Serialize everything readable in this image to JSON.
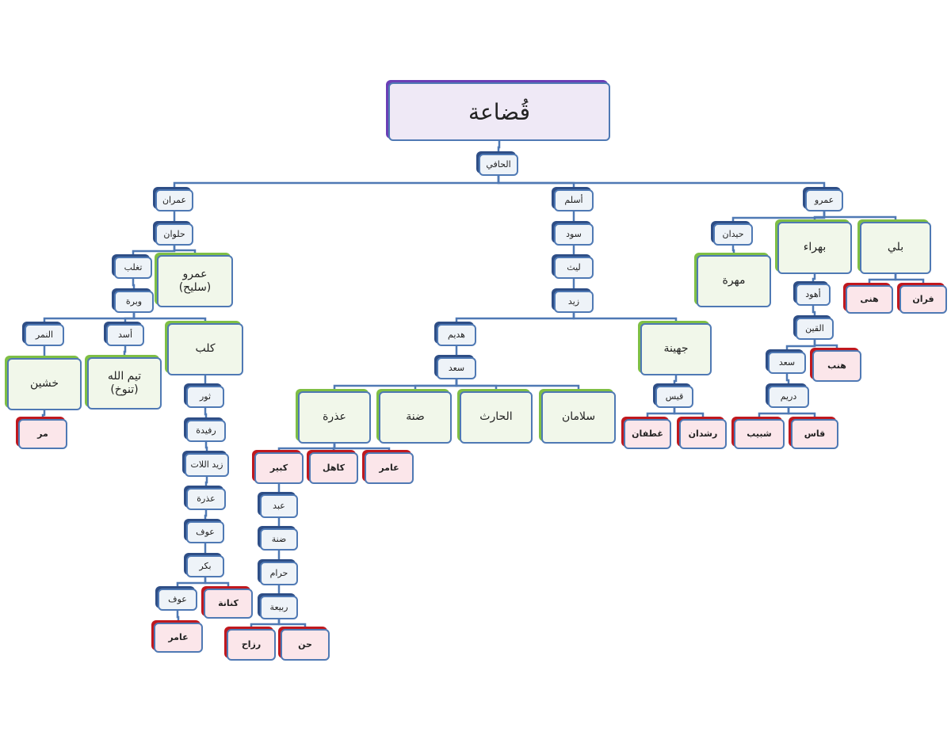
{
  "colors": {
    "line": "#4f79b4",
    "border": "#4f79b4",
    "standard_fill": "#eef3f8",
    "standard_shadow": "#2e4e86",
    "green_fill": "#f1f7ea",
    "green_shadow": "#7fbf45",
    "pink_fill": "#fbe6ea",
    "pink_shadow": "#c0181e",
    "root_fill": "#efe9f6",
    "root_shadow": "#6a3fb6"
  },
  "nodes": [
    {
      "id": "root",
      "label": "قُضاعة",
      "style": "root"
    },
    {
      "id": "ilhaf",
      "label": "الحافي",
      "style": "s"
    },
    {
      "id": "imran",
      "label": "عمران",
      "style": "s"
    },
    {
      "id": "aslam",
      "label": "أسلم",
      "style": "s"
    },
    {
      "id": "amr1",
      "label": "عمرو",
      "style": "s"
    },
    {
      "id": "hulwan",
      "label": "حلوان",
      "style": "s"
    },
    {
      "id": "sud",
      "label": "سود",
      "style": "s"
    },
    {
      "id": "layth",
      "label": "ليث",
      "style": "s"
    },
    {
      "id": "zayd",
      "label": "زيد",
      "style": "s"
    },
    {
      "id": "haydan",
      "label": "حيدان",
      "style": "s"
    },
    {
      "id": "bahra",
      "label": "بهراء",
      "style": "g"
    },
    {
      "id": "bali",
      "label": "بلي",
      "style": "g"
    },
    {
      "id": "mahra",
      "label": "مهرة",
      "style": "g"
    },
    {
      "id": "hana",
      "label": "هنى",
      "style": "p"
    },
    {
      "id": "faran",
      "label": "فران",
      "style": "p"
    },
    {
      "id": "ahwad",
      "label": "أهود",
      "style": "s"
    },
    {
      "id": "alqayn",
      "label": "القين",
      "style": "s"
    },
    {
      "id": "saad2",
      "label": "سعد",
      "style": "s"
    },
    {
      "id": "hunb",
      "label": "هنب",
      "style": "p"
    },
    {
      "id": "duraym",
      "label": "دريم",
      "style": "s"
    },
    {
      "id": "shubayb",
      "label": "شبيب",
      "style": "p"
    },
    {
      "id": "qas",
      "label": "قاس",
      "style": "p"
    },
    {
      "id": "taghlib",
      "label": "تغلب",
      "style": "s"
    },
    {
      "id": "amr_salih",
      "label": "عمرو\n(سليح)",
      "style": "g"
    },
    {
      "id": "wabra",
      "label": "وبرة",
      "style": "s"
    },
    {
      "id": "alnamir",
      "label": "النمر",
      "style": "s"
    },
    {
      "id": "asad",
      "label": "أسد",
      "style": "s"
    },
    {
      "id": "kalb",
      "label": "كلب",
      "style": "g"
    },
    {
      "id": "khushayn",
      "label": "خشين",
      "style": "g"
    },
    {
      "id": "taymallah",
      "label": "تيم الله\n(تنوخ)",
      "style": "g"
    },
    {
      "id": "murr",
      "label": "مر",
      "style": "p"
    },
    {
      "id": "thawr",
      "label": "ثور",
      "style": "s"
    },
    {
      "id": "rufayda",
      "label": "رفيدة",
      "style": "s"
    },
    {
      "id": "zaydlat",
      "label": "زيد اللات",
      "style": "s"
    },
    {
      "id": "udhra1",
      "label": "عذرة",
      "style": "s"
    },
    {
      "id": "awf1",
      "label": "عوف",
      "style": "s"
    },
    {
      "id": "bakr",
      "label": "بكر",
      "style": "s"
    },
    {
      "id": "awf2",
      "label": "عوف",
      "style": "s"
    },
    {
      "id": "kinana",
      "label": "كنانة",
      "style": "p"
    },
    {
      "id": "amir1",
      "label": "عامر",
      "style": "p"
    },
    {
      "id": "hudaym",
      "label": "هديم",
      "style": "s"
    },
    {
      "id": "juhayna",
      "label": "جهينة",
      "style": "g"
    },
    {
      "id": "saad1",
      "label": "سعد",
      "style": "s"
    },
    {
      "id": "udhra2",
      "label": "عذرة",
      "style": "g"
    },
    {
      "id": "dinna1",
      "label": "ضنة",
      "style": "g"
    },
    {
      "id": "harith",
      "label": "الحارث",
      "style": "g"
    },
    {
      "id": "salaman",
      "label": "سلامان",
      "style": "g"
    },
    {
      "id": "qays",
      "label": "قيس",
      "style": "s"
    },
    {
      "id": "ghatafan",
      "label": "غطفان",
      "style": "p"
    },
    {
      "id": "rushdan",
      "label": "رشدان",
      "style": "p"
    },
    {
      "id": "kabir",
      "label": "كبير",
      "style": "p"
    },
    {
      "id": "kahil",
      "label": "كاهل",
      "style": "p"
    },
    {
      "id": "amir2",
      "label": "عامر",
      "style": "p"
    },
    {
      "id": "abd",
      "label": "عبد",
      "style": "s"
    },
    {
      "id": "dinna2",
      "label": "ضنة",
      "style": "s"
    },
    {
      "id": "haram",
      "label": "حرام",
      "style": "s"
    },
    {
      "id": "rabia",
      "label": "ربيعة",
      "style": "s"
    },
    {
      "id": "rizah",
      "label": "رزاح",
      "style": "p"
    },
    {
      "id": "hunn",
      "label": "حن",
      "style": "p"
    }
  ],
  "edges": [
    [
      "root",
      "ilhaf"
    ],
    [
      "ilhaf",
      "imran"
    ],
    [
      "ilhaf",
      "aslam"
    ],
    [
      "ilhaf",
      "amr1"
    ],
    [
      "amr1",
      "haydan"
    ],
    [
      "amr1",
      "bahra"
    ],
    [
      "amr1",
      "bali"
    ],
    [
      "haydan",
      "mahra"
    ],
    [
      "bali",
      "hana"
    ],
    [
      "bali",
      "faran"
    ],
    [
      "bahra",
      "ahwad"
    ],
    [
      "ahwad",
      "alqayn"
    ],
    [
      "alqayn",
      "saad2"
    ],
    [
      "alqayn",
      "hunb"
    ],
    [
      "saad2",
      "duraym"
    ],
    [
      "duraym",
      "shubayb"
    ],
    [
      "duraym",
      "qas"
    ],
    [
      "imran",
      "hulwan"
    ],
    [
      "hulwan",
      "taghlib"
    ],
    [
      "hulwan",
      "amr_salih"
    ],
    [
      "taghlib",
      "wabra"
    ],
    [
      "wabra",
      "alnamir"
    ],
    [
      "wabra",
      "asad"
    ],
    [
      "wabra",
      "kalb"
    ],
    [
      "alnamir",
      "khushayn"
    ],
    [
      "khushayn",
      "murr"
    ],
    [
      "asad",
      "taymallah"
    ],
    [
      "kalb",
      "thawr"
    ],
    [
      "thawr",
      "rufayda"
    ],
    [
      "rufayda",
      "zaydlat"
    ],
    [
      "zaydlat",
      "udhra1"
    ],
    [
      "udhra1",
      "awf1"
    ],
    [
      "awf1",
      "bakr"
    ],
    [
      "bakr",
      "awf2"
    ],
    [
      "bakr",
      "kinana"
    ],
    [
      "awf2",
      "amir1"
    ],
    [
      "aslam",
      "sud"
    ],
    [
      "sud",
      "layth"
    ],
    [
      "layth",
      "zayd"
    ],
    [
      "zayd",
      "hudaym"
    ],
    [
      "zayd",
      "juhayna"
    ],
    [
      "hudaym",
      "saad1"
    ],
    [
      "saad1",
      "udhra2"
    ],
    [
      "saad1",
      "dinna1"
    ],
    [
      "saad1",
      "harith"
    ],
    [
      "saad1",
      "salaman"
    ],
    [
      "juhayna",
      "qays"
    ],
    [
      "qays",
      "ghatafan"
    ],
    [
      "qays",
      "rushdan"
    ],
    [
      "udhra2",
      "kabir"
    ],
    [
      "udhra2",
      "kahil"
    ],
    [
      "udhra2",
      "amir2"
    ],
    [
      "kabir",
      "abd"
    ],
    [
      "abd",
      "dinna2"
    ],
    [
      "dinna2",
      "haram"
    ],
    [
      "haram",
      "rabia"
    ],
    [
      "rabia",
      "rizah"
    ],
    [
      "rabia",
      "hunn"
    ]
  ]
}
